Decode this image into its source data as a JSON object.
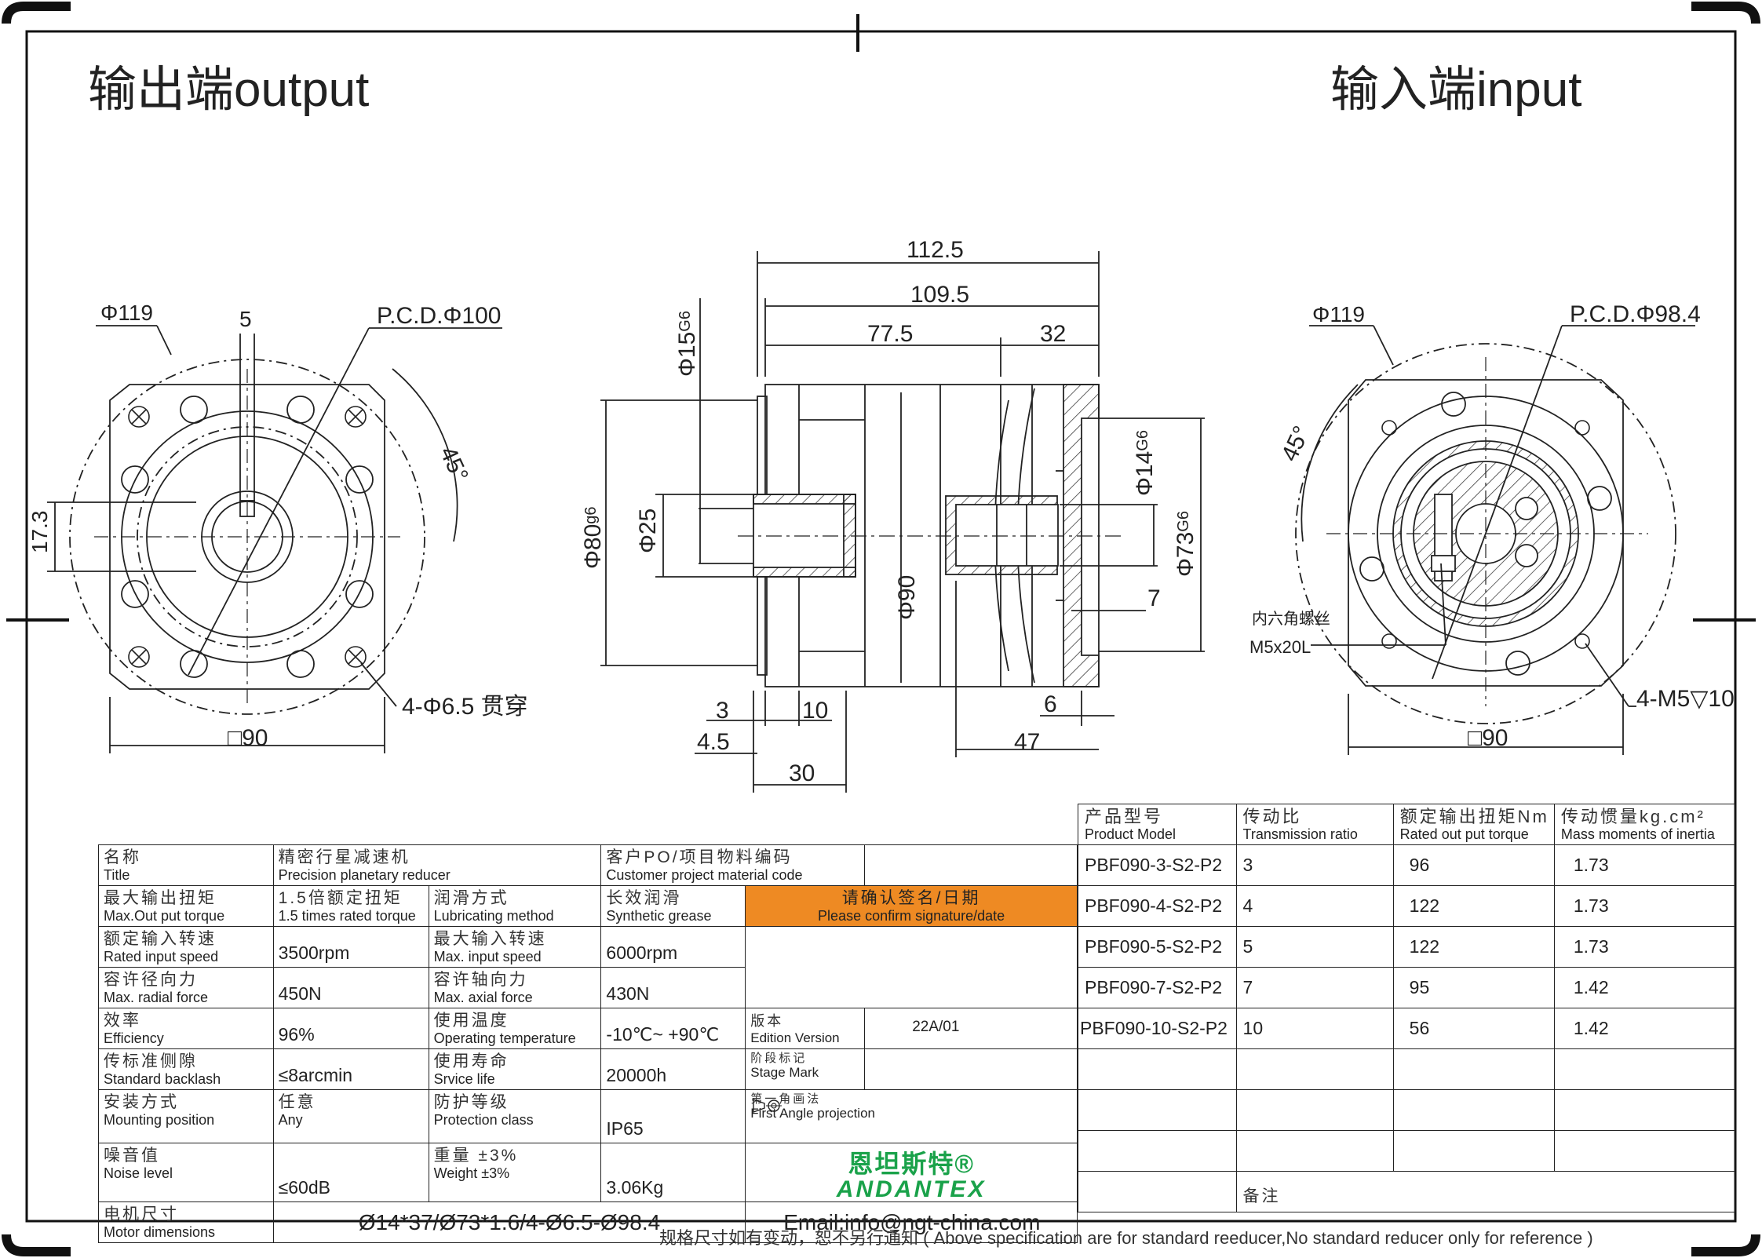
{
  "headings": {
    "output": "输出端output",
    "input": "输入端input"
  },
  "dims": {
    "left": {
      "d119": "Φ119",
      "w5": "5",
      "pcd": "P.C.D.Φ100",
      "angle": "45°",
      "h17": "17.3",
      "holes": "4-Φ6.5 贯穿",
      "sq": "□90"
    },
    "mid": {
      "l112": "112.5",
      "l109": "109.5",
      "l77": "77.5",
      "l32": "32",
      "d15": "Φ15",
      "d15tol": "G6",
      "d80": "Φ80",
      "d80tol": "g6",
      "d25": "Φ25",
      "d90": "Φ90",
      "d14": "Φ14",
      "d14tol": "G6",
      "d73": "Φ73",
      "d73tol": "G6",
      "l7": "7",
      "l6": "6",
      "l3": "3",
      "l10": "10",
      "l45": "4.5",
      "l30": "30",
      "l47": "47"
    },
    "right": {
      "d119": "Φ119",
      "pcd": "P.C.D.Φ98.4",
      "angle": "45°",
      "screw_zh": "内六角螺丝",
      "screw": "M5x20L",
      "holes": "4-M5▽10",
      "sq": "□90"
    }
  },
  "spec": {
    "title": {
      "zh": "名称",
      "en": "Title"
    },
    "product": {
      "zh": "精密行星减速机",
      "en": "Precision planetary reducer"
    },
    "customer": {
      "zh": "客户PO/项目物料编码",
      "en": "Customer project material code"
    },
    "max_out_torque": {
      "zh": "最大输出扭矩",
      "en": "Max.Out put torque"
    },
    "max_out_torque_val": {
      "zh": "1.5倍额定扭矩",
      "en": "1.5 times rated torque"
    },
    "lubricating": {
      "zh": "润滑方式",
      "en": "Lubricating method"
    },
    "lubricating_val": {
      "zh": "长效润滑",
      "en": "Synthetic grease"
    },
    "confirm": {
      "zh": "请确认签名/日期",
      "en": "Please confirm signature/date"
    },
    "rated_input_speed": {
      "zh": "额定输入转速",
      "en": "Rated input speed",
      "val": "3500rpm"
    },
    "max_input_speed": {
      "zh": "最大输入转速",
      "en": "Max. input speed",
      "val": "6000rpm"
    },
    "radial_force": {
      "zh": "容许径向力",
      "en": "Max. radial force",
      "val": "450N"
    },
    "axial_force": {
      "zh": "容许轴向力",
      "en": "Max. axial force",
      "val": "430N"
    },
    "efficiency": {
      "zh": "效率",
      "en": "Efficiency",
      "val": "96%"
    },
    "temperature": {
      "zh": "使用温度",
      "en": "Operating temperature",
      "val": "-10℃~ +90℃"
    },
    "edition": {
      "zh": "版本",
      "en": "Edition Version",
      "val": "22A/01"
    },
    "backlash": {
      "zh": "传标准侧隙",
      "en": "Standard backlash",
      "val": "≤8arcmin"
    },
    "life": {
      "zh": "使用寿命",
      "en": "Srvice life",
      "val": "20000h"
    },
    "stage": {
      "zh": "阶段标记",
      "en": "Stage Mark"
    },
    "mounting": {
      "zh": "安装方式",
      "en": "Mounting position",
      "val_zh": "任意",
      "val_en": "Any"
    },
    "protection": {
      "zh": "防护等级",
      "en": "Protection class",
      "val": "IP65"
    },
    "projection": {
      "zh": "第一角画法",
      "en": "First Angle projection"
    },
    "noise": {
      "zh": "噪音值",
      "en": "Noise level",
      "val": "≤60dB"
    },
    "weight": {
      "zh": "重量 ±3%",
      "en": "Weight ±3%",
      "val": "3.06Kg"
    },
    "brand_zh": "恩坦斯特®",
    "brand_en": "ANDANTEX",
    "motor": {
      "zh": "电机尺寸",
      "en": "Motor dimensions",
      "val": "Ø14*37/Ø73*1.6/4-Ø6.5-Ø98.4"
    },
    "email": "Email:info@ngt-china.com"
  },
  "ratio_table": {
    "headers": [
      {
        "zh": "产品型号",
        "en": "Product Model"
      },
      {
        "zh": "传动比",
        "en": "Transmission ratio"
      },
      {
        "zh": "额定输出扭矩Nm",
        "en": "Rated out put torque"
      },
      {
        "zh": "传动惯量kg.cm²",
        "en": "Mass moments of inertia"
      }
    ],
    "rows": [
      {
        "model": "PBF090-3-S2-P2",
        "ratio": "3",
        "torque": "96",
        "inertia": "1.73"
      },
      {
        "model": "PBF090-4-S2-P2",
        "ratio": "4",
        "torque": "122",
        "inertia": "1.73"
      },
      {
        "model": "PBF090-5-S2-P2",
        "ratio": "5",
        "torque": "122",
        "inertia": "1.73"
      },
      {
        "model": "PBF090-7-S2-P2",
        "ratio": "7",
        "torque": "95",
        "inertia": "1.42"
      },
      {
        "model": "PBF090-10-S2-P2",
        "ratio": "10",
        "torque": "56",
        "inertia": "1.42"
      }
    ],
    "remark_zh": "备注"
  },
  "footnote": "规格尺寸如有变动，恕不另行通知 ( Above specification are for standard reeducer,No standard reducer only for reference )"
}
